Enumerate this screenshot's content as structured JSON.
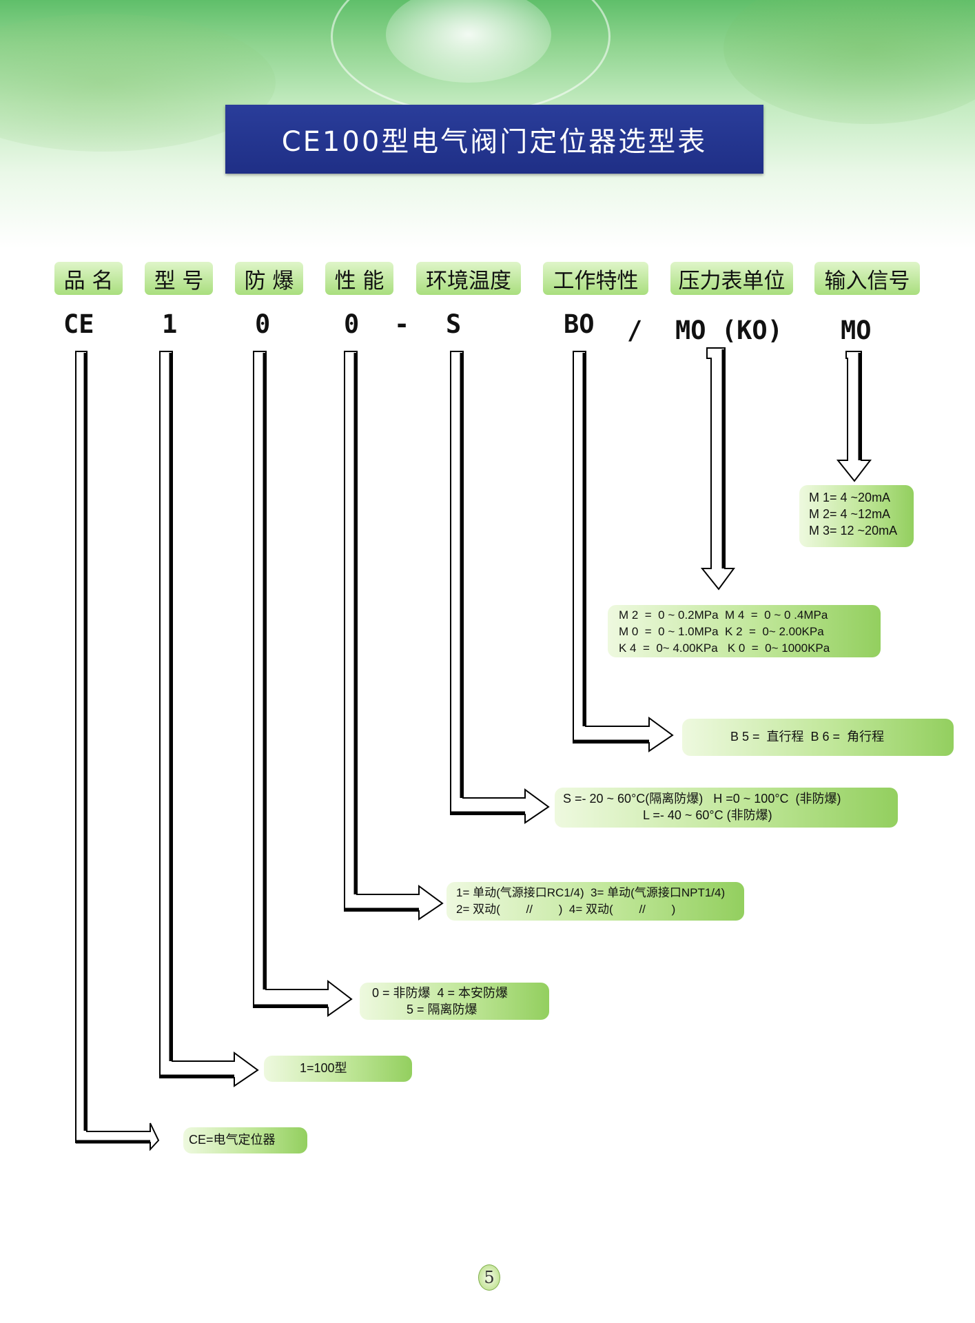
{
  "title": "CE100型电气阀门定位器选型表",
  "headers": [
    "品 名",
    "型 号",
    "防 爆",
    "性 能",
    "环境温度",
    "工作特性",
    "压力表单位",
    "输入信号"
  ],
  "codes": {
    "ce": "CE",
    "model": "1",
    "explosion": "0",
    "performance": "0",
    "dash": "-",
    "temp": "S",
    "characteristic": "BO",
    "slash": "/",
    "gauge": "MO (KO)",
    "input": "MO"
  },
  "options": {
    "input": [
      "M 1= 4 ~20mA",
      "M 2= 4 ~12mA",
      "M 3= 12 ~20mA"
    ],
    "gauge": [
      "M 2  =  0 ~ 0.2MPa  M 4  =  0 ~ 0 .4MPa",
      "M 0  =  0 ~ 1.0MPa  K 2  =  0~ 2.00KPa",
      "K 4  =  0~ 4.00KPa   K 0  =  0~ 1000KPa"
    ],
    "characteristic": [
      "B 5 =  直行程  B 6 =  角行程"
    ],
    "temp": [
      "S =- 20 ~ 60°C(隔离防爆)   H =0 ~ 100°C  (非防爆)",
      "L =- 40 ~ 60°C (非防爆)"
    ],
    "performance": [
      "1= 单动(气源接口RC1/4)  3= 单动(气源接口NPT1/4)",
      "2= 双动(        //        )  4= 双动(        //        )"
    ],
    "explosion": [
      "0 = 非防爆  4 = 本安防爆",
      "5 = 隔离防爆"
    ],
    "model": [
      "1=100型"
    ],
    "ce": [
      "CE=电气定位器"
    ]
  },
  "page_number": "5"
}
